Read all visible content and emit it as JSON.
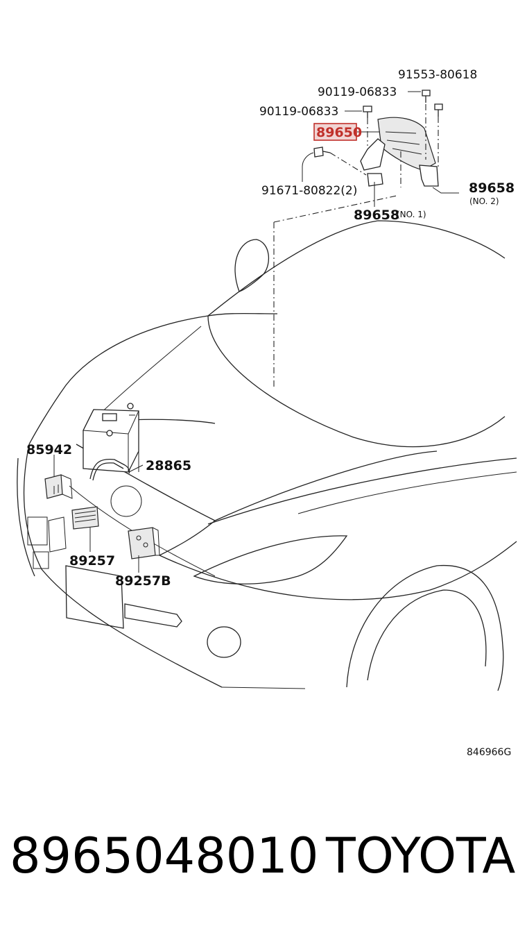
{
  "diagram": {
    "labels": {
      "bolt_top": "91553-80618",
      "screw_a": "90119-06833",
      "screw_b": "90119-06833",
      "main_part": "89650",
      "bolt_pair": "91671-80822(2)",
      "bracket_no2": "89658",
      "bracket_no2_note": "(NO. 2)",
      "bracket_no1": "89658",
      "bracket_no1_note": "(NO. 1)",
      "sensor_left": "85942",
      "harness": "28865",
      "relay": "89257",
      "module": "89257B"
    },
    "illustration_code": "846966G",
    "highlight_color": "#c0302a"
  },
  "footer": {
    "part_number": "8965048010",
    "brand": "TOYOTA"
  }
}
